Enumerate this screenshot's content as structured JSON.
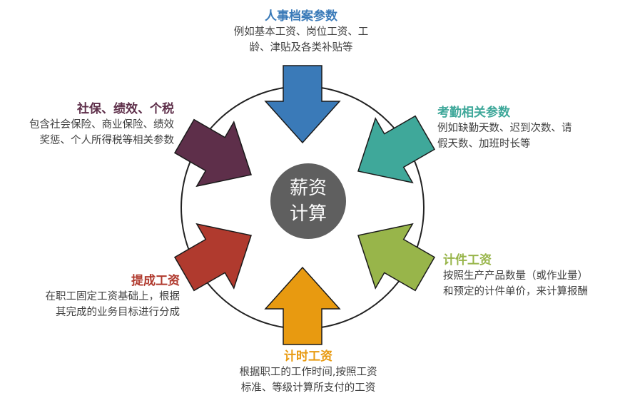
{
  "center": {
    "line1": "薪资",
    "line2": "计算"
  },
  "items": [
    {
      "id": "personnel",
      "title": "人事档案参数",
      "desc": [
        "例如基本工资、岗位工资、工",
        "龄、津贴及各类补贴等"
      ],
      "color": "#3a7ab8"
    },
    {
      "id": "attendance",
      "title": "考勤相关参数",
      "desc": [
        "例如缺勤天数、迟到次数、请",
        "假天数、加班时长等"
      ],
      "color": "#3fa89a"
    },
    {
      "id": "piecework",
      "title": "计件工资",
      "desc": [
        "按照生产产品数量（或作业量）",
        "和预定的计件单价，来计算报酬"
      ],
      "color": "#98b54a"
    },
    {
      "id": "timewage",
      "title": "计时工资",
      "desc": [
        "根据职工的工作时间,按照工资",
        "标准、等级计算所支付的工资"
      ],
      "color": "#e89a10"
    },
    {
      "id": "commission",
      "title": "提成工资",
      "desc": [
        "在职工固定工资基础上，根据",
        "其完成的业务目标进行分成"
      ],
      "color": "#b03a2e"
    },
    {
      "id": "insurance",
      "title": "社保、绩效、个税",
      "desc": [
        "包含社会保险、商业保险、绩效",
        "奖惩、个人所得税等相关参数"
      ],
      "color": "#5e2f4a"
    }
  ],
  "colors": {
    "center_fill": "#5f5f5f",
    "ring_stroke": "#222222"
  }
}
